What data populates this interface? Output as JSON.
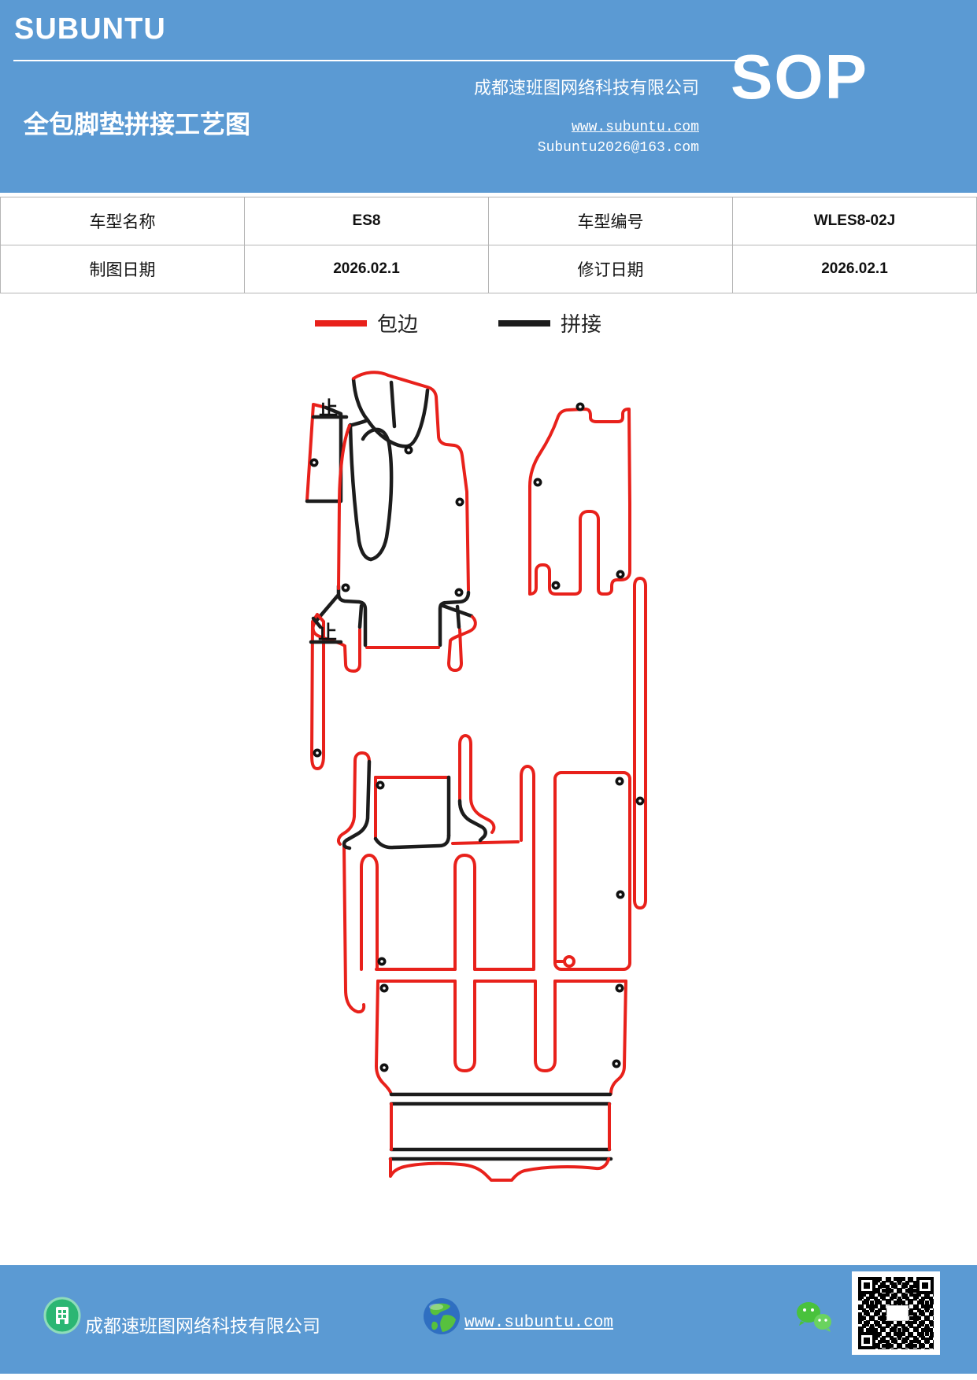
{
  "colors": {
    "accent": "#5b9ad3",
    "edge_red": "#e8211b",
    "splice_black": "#1c1c1c"
  },
  "header": {
    "logo": "SUBUNTU",
    "title": "全包脚垫拼接工艺图",
    "company": "成都速班图网络科技有限公司",
    "badge": "SOP",
    "website": "www.subuntu.com",
    "email": "Subuntu2026@163.com"
  },
  "info_table": {
    "rows": [
      [
        "车型名称",
        "ES8",
        "车型编号",
        "WLES8-02J"
      ],
      [
        "制图日期",
        "2026.02.1",
        "修订日期",
        "2026.02.1"
      ]
    ]
  },
  "legend": {
    "items": [
      {
        "label": "包边",
        "color": "#e8211b"
      },
      {
        "label": "拼接",
        "color": "#1c1c1c"
      }
    ]
  },
  "diagram": {
    "stop_marks": [
      "止",
      "止"
    ]
  },
  "footer": {
    "company": "成都速班图网络科技有限公司",
    "website": "www.subuntu.com",
    "icons": [
      "building-icon",
      "globe-icon",
      "wechat-icon",
      "qr-code"
    ]
  }
}
